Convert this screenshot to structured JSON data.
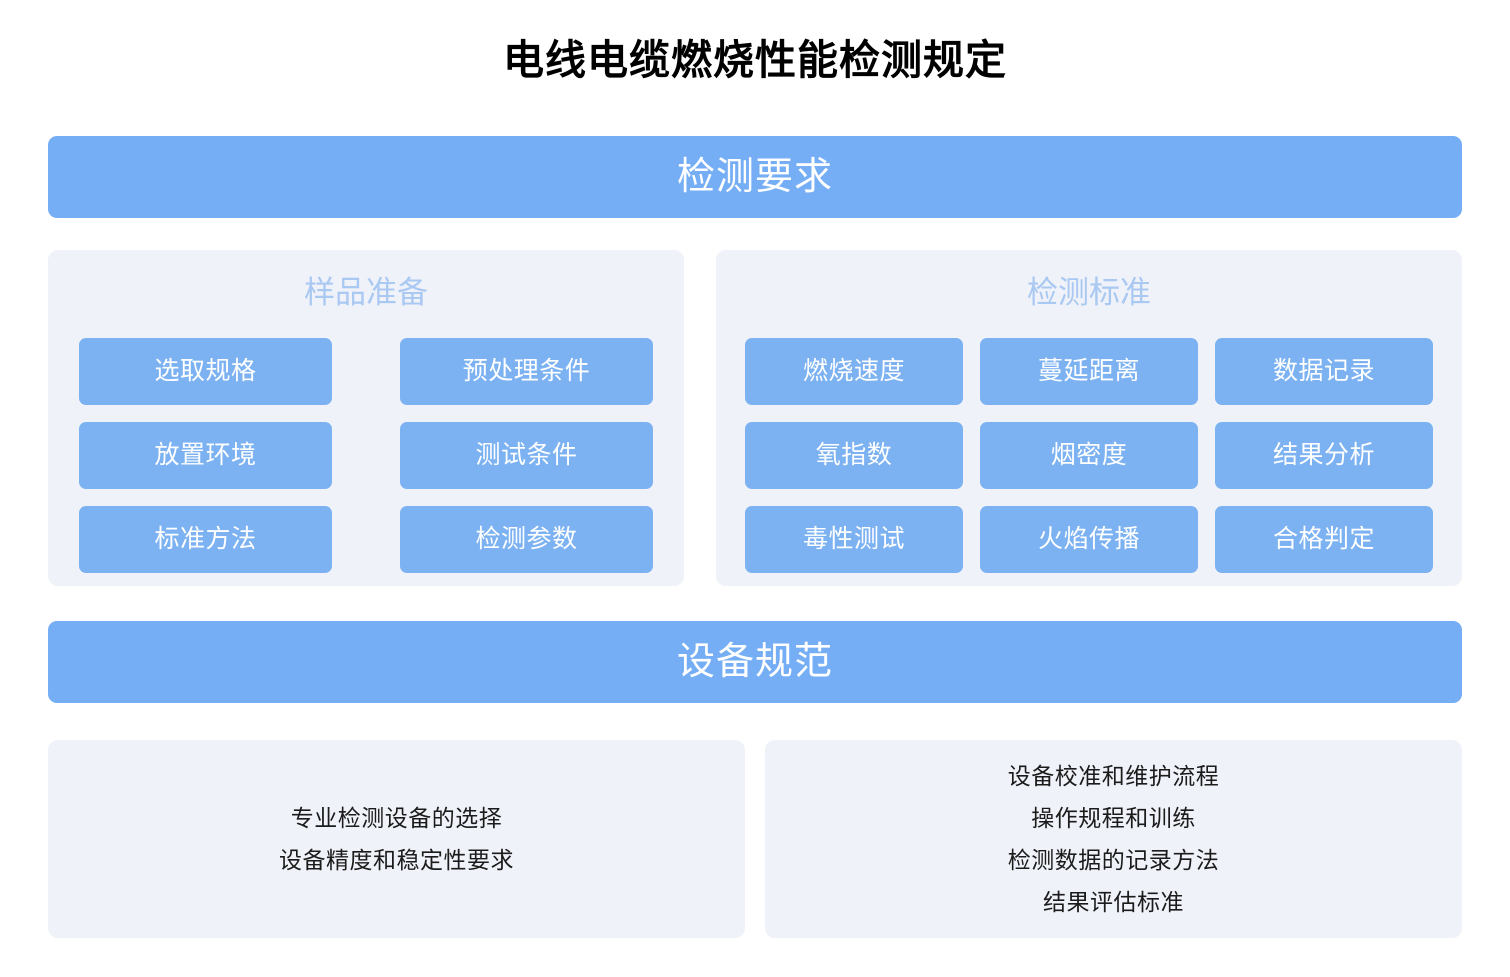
{
  "document": {
    "title": "电线电缆燃烧性能检测规定"
  },
  "colors": {
    "banner_blue": "#75aef5",
    "chip_blue": "#7cb2f2",
    "panel_bg": "#eff2f8",
    "panel_title": "#a9c8f2",
    "body_text": "#1b1b1b",
    "page_bg": "#ffffff"
  },
  "sections": [
    {
      "banner_label": "检测要求",
      "panels": [
        {
          "title": "样品准备",
          "chips": [
            "选取规格",
            "预处理条件",
            "放置环境",
            "测试条件",
            "标准方法",
            "检测参数"
          ]
        },
        {
          "title": "检测标准",
          "chips": [
            "燃烧速度",
            "蔓延距离",
            "数据记录",
            "氧指数",
            "烟密度",
            "结果分析",
            "毒性测试",
            "火焰传播",
            "合格判定"
          ]
        }
      ]
    },
    {
      "banner_label": "设备规范",
      "detail_panels": [
        {
          "lines": [
            "专业检测设备的选择",
            "设备精度和稳定性要求"
          ]
        },
        {
          "lines": [
            "设备校准和维护流程",
            "操作规程和训练",
            "检测数据的记录方法",
            "结果评估标准"
          ]
        }
      ]
    }
  ]
}
